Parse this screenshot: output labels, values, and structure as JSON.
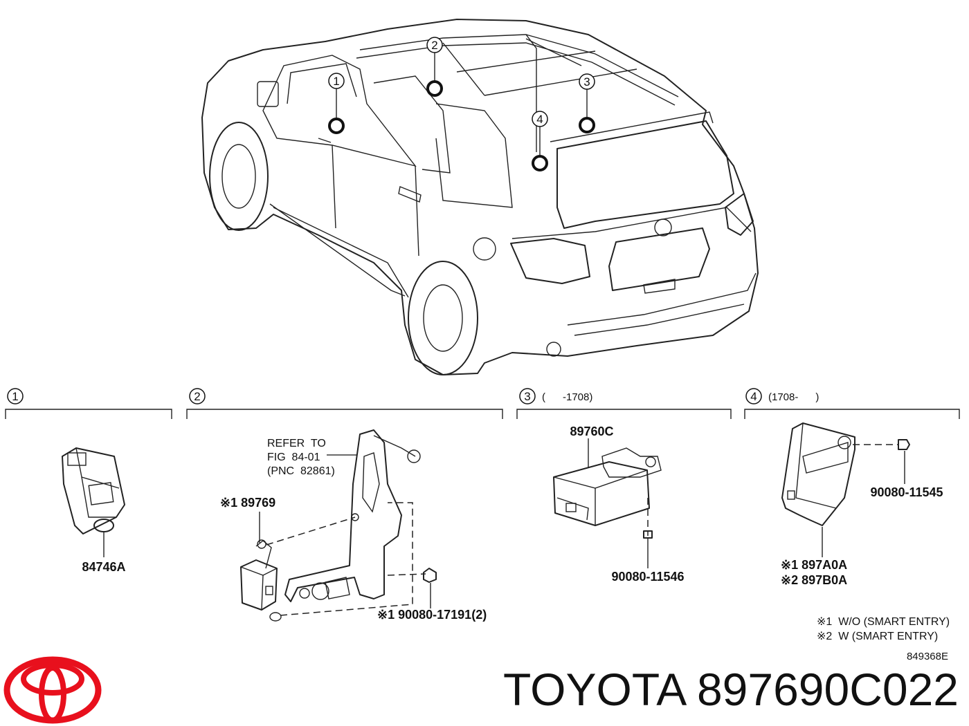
{
  "locations": [
    {
      "num": "1"
    },
    {
      "num": "2"
    },
    {
      "num": "3"
    },
    {
      "num": "4"
    }
  ],
  "sections": [
    {
      "num": "1",
      "range": ""
    },
    {
      "num": "2",
      "range": ""
    },
    {
      "num": "3",
      "range": "(      -1708)"
    },
    {
      "num": "4",
      "range": "(1708-      )"
    }
  ],
  "parts": {
    "p84746A": "84746A",
    "refer_line1": "REFER  TO",
    "refer_line2": "FIG  84-01",
    "refer_line3": "(PNC  82861)",
    "p89769": "※1 89769",
    "p90080_17191": "※1 90080-17191(2)",
    "p89760C": "89760C",
    "p90080_11546": "90080-11546",
    "p90080_11545": "90080-11545",
    "p897A0A": "※1 897A0A",
    "p897B0A": "※2 897B0A"
  },
  "notes": {
    "note1": "※1  W/O (SMART ENTRY)",
    "note2": "※2  W (SMART ENTRY)",
    "code": "849368E"
  },
  "brand": {
    "logo": "toyota-logo",
    "text": "TOYOTA 897690C022",
    "color": "#e8101d"
  }
}
